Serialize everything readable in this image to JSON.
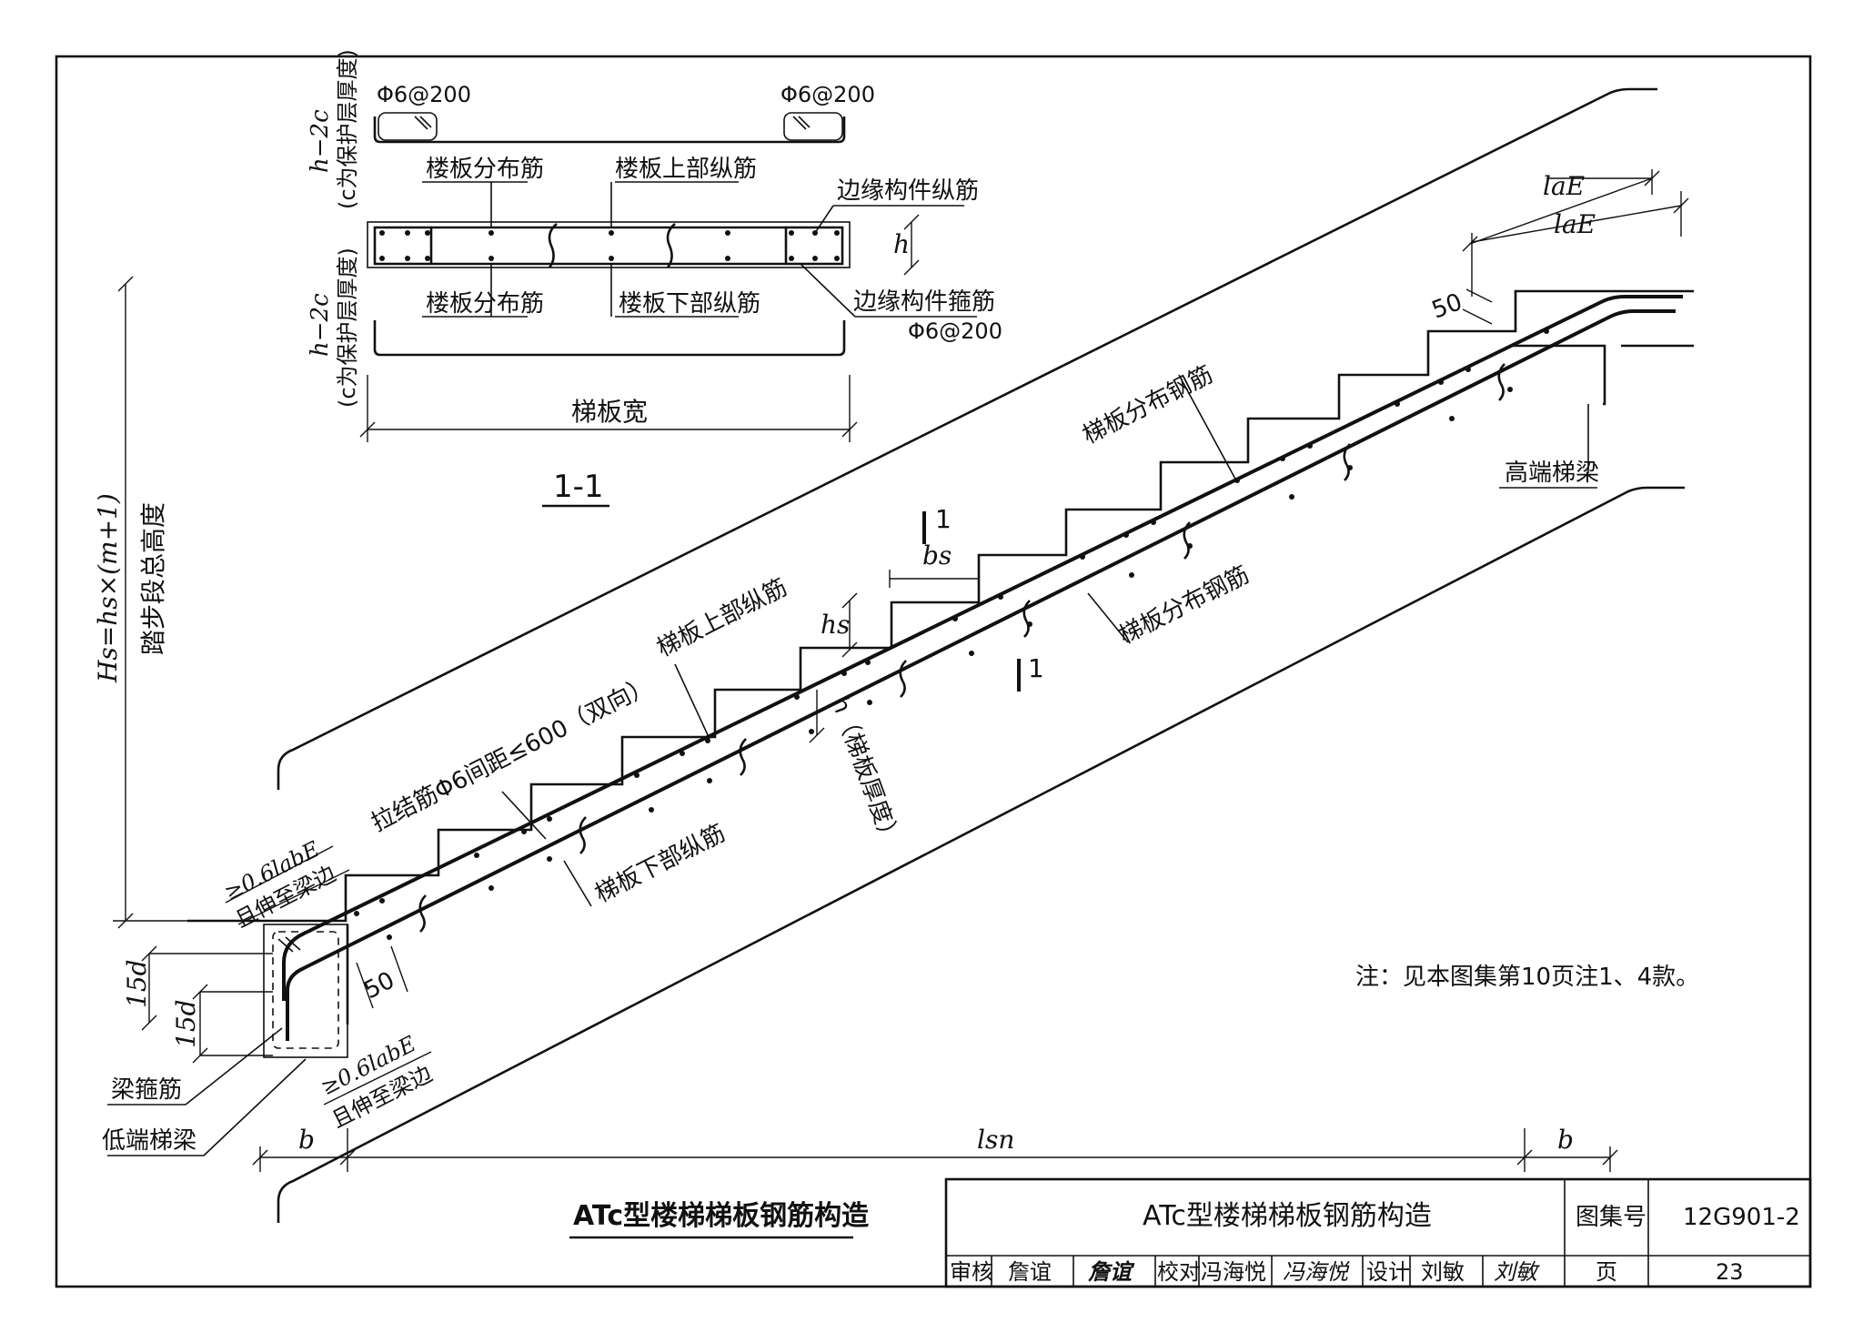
{
  "section": {
    "label": "1-1",
    "stirrup_top_left": "Φ6@200",
    "stirrup_top_right": "Φ6@200",
    "stirrup_bottom": "Φ6@200",
    "slab_dist_top": "楼板分布筋",
    "slab_top_long": "楼板上部纵筋",
    "edge_long": "边缘构件纵筋",
    "slab_dist_bottom": "楼板分布筋",
    "slab_bottom_long": "楼板下部纵筋",
    "edge_stirrup": "边缘构件箍筋",
    "h_minus_2c_top": "h−2c",
    "cover_note_top": "(c为保护层厚度)",
    "h_minus_2c_bottom": "h−2c",
    "cover_note_bottom": "(c为保护层厚度)",
    "h": "h",
    "width": "梯板宽"
  },
  "stair": {
    "total_height_line1": "Hs=hs×(m+1)",
    "total_height_line2": "踏步段总高度",
    "lae_outer": "laE",
    "lae_inner": "laE",
    "fifty_top": "50",
    "high_beam": "高端梯梁",
    "dist_bar_top": "梯板分布钢筋",
    "dist_bar_bottom": "梯板分布钢筋",
    "section_mark_top": "1",
    "section_mark_bottom": "1",
    "bs": "bs",
    "hs": "hs",
    "top_long": "梯板上部纵筋",
    "h_thick": "h（梯板厚度）",
    "tie_bar": "拉结筋Φ6间距≤600（双向）",
    "anchor_top_l1": "≥0.6labE",
    "anchor_top_l2": "且伸至梁边",
    "bottom_long": "梯板下部纵筋",
    "fifteen_d_1": "15d",
    "fifteen_d_2": "15d",
    "fifty_bottom": "50",
    "beam_stirrup": "梁箍筋",
    "low_beam": "低端梯梁",
    "anchor_bot_l1": "≥0.6labE",
    "anchor_bot_l2": "且伸至梁边",
    "b_left": "b",
    "lsn": "lsn",
    "b_right": "b",
    "note": "注：见本图集第10页注1、4款。"
  },
  "titles": {
    "drawing_title": "ATc型楼梯梯板钢筋构造"
  },
  "title_block": {
    "title": "ATc型楼梯梯板钢筋构造",
    "atlas_no_label": "图集号",
    "atlas_no": "12G901-2",
    "review_label": "审核",
    "reviewer": "詹谊",
    "reviewer_sign": "詹谊",
    "check_label": "校对",
    "checker": "冯海悦",
    "checker_sign": "冯海悦",
    "design_label": "设计",
    "designer": "刘敏",
    "designer_sign": "刘敏",
    "page_label": "页",
    "page_no": "23"
  }
}
